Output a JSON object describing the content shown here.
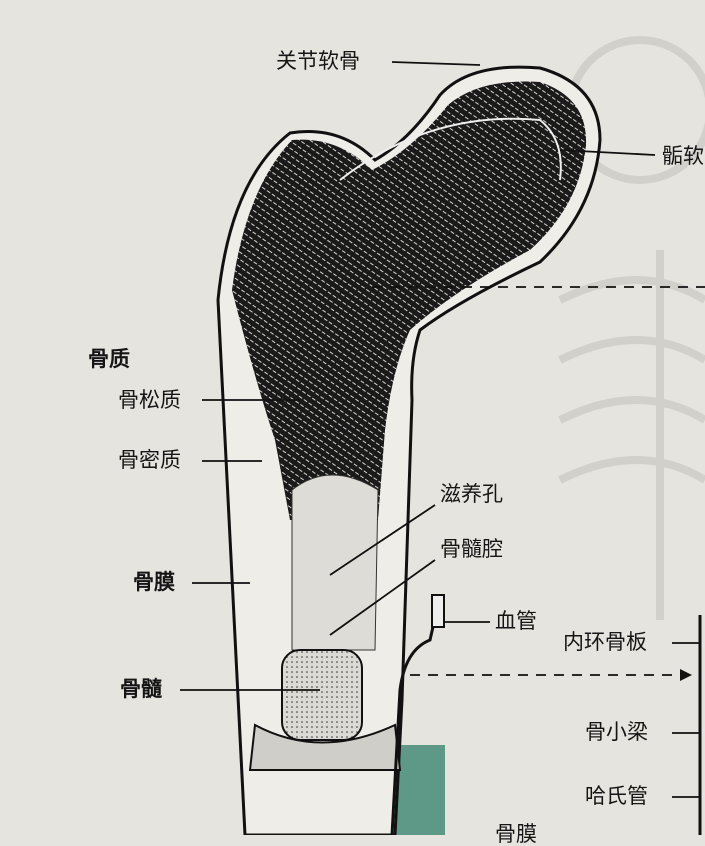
{
  "labels": {
    "articular_cartilage": "关节软骨",
    "epiphyseal_cartilage": "骺软",
    "bone_substance": "骨质",
    "spongy_bone": "骨松质",
    "compact_bone": "骨密质",
    "periosteum": "骨膜",
    "bone_marrow": "骨髓",
    "nutrient_foramen": "滋养孔",
    "marrow_cavity": "骨髓腔",
    "blood_vessel": "血管",
    "inner_circumferential_lamella": "内环骨板",
    "trabecula": "骨小梁",
    "haversian_canal": "哈氏管",
    "periosteum_bottom": "骨膜"
  },
  "colors": {
    "paper": "#e6e4df",
    "ink": "#151515",
    "green_band": "#5e9988"
  }
}
